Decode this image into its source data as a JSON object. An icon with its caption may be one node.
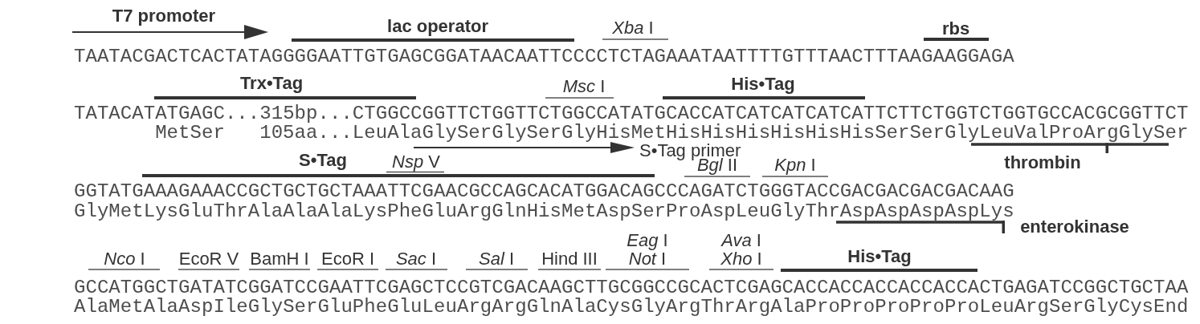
{
  "diagram": {
    "labels": [
      "T7 promoter",
      "lac operator",
      "*Xba* I",
      "rbs",
      "TAATACGACTCACTATAGGGGAATTGTGAGCGGATAACAATTCCCCTCTAGAAATAATTTTGTTTAACTTTAAGAAGGAGA",
      "Trx•Tag",
      "*Msc* I",
      "His•Tag",
      "TATACATATGAGC...315bp...CTGGCCGGTTCTGGTTCTGGCCATATGCACCATCATCATCATCATTCTTCTGGTCTGGTGCCACGCGGTTCT",
      "MetSer",
      "105aa...LeuAlaGlySerGlySerGlyHisMetHisHisHisHisHisHisSerSerGlyLeuValProArgGlySer",
      "S•Tag primer",
      "S•Tag",
      "*Nsp* V",
      "thrombin",
      "*Bgl* II",
      "*Kpn* I",
      "GGTATGAAAGAAACCGCTGCTGCTAAATTCGAACGCCAGCACATGGACAGCCCAGATCTGGGTACCGACGACGACGACAAG",
      "GlyMetLysGluThrAlaAlaAlaLysPheGluArgGlnHisMetAspSerProAspLeuGlyThrAspAspAspAspLys",
      "enterokinase",
      "*Eag* I",
      "*Ava* I",
      "*Nco* I",
      "EcoR V",
      "BamH I",
      "EcoR I",
      "*Sac* I",
      "*Sal* I",
      "Hind III",
      "*Not* I",
      "*Xho* I",
      "His•Tag",
      "GCCATGGCTGATATCGGATCCGAATTCGAGCTCCGTCGACAAGCTTGCGGCCGCACTCGAGCACCACCACCACCACCACTGAGATCCGGCTGCTAA",
      "AlaMetAlaAspIleGlySerGluPheGluLeuArgArgGlnAlaCysGlyArgThrArgAlaProProProProProLeuArgSerGlyCysEnd"
    ]
  }
}
